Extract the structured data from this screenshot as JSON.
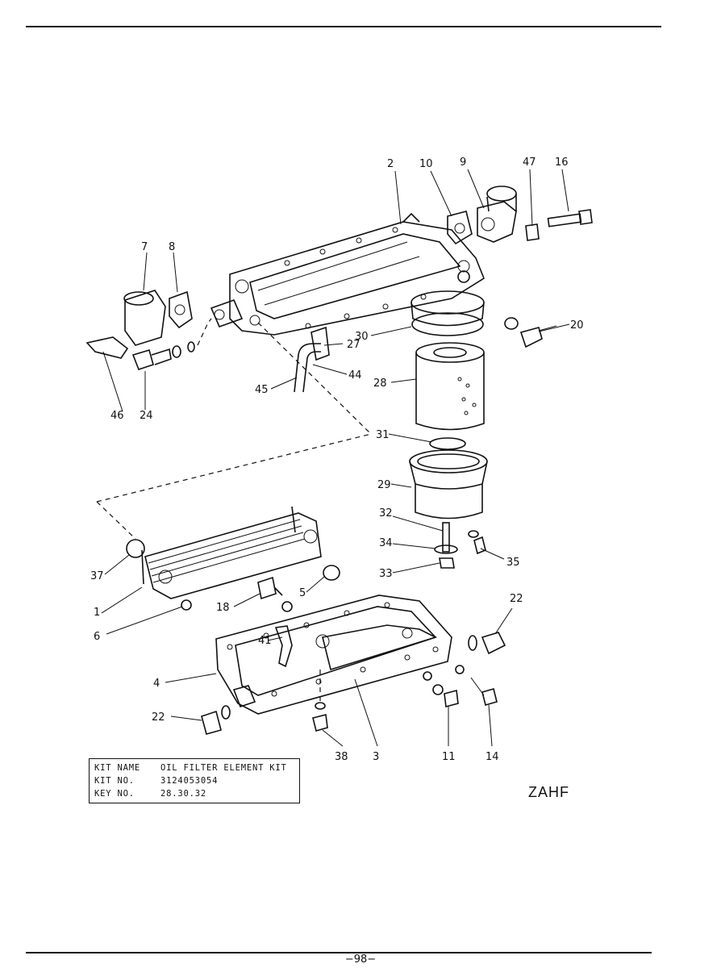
{
  "callouts": {
    "n1": "1",
    "n2": "2",
    "n3": "3",
    "n4": "4",
    "n5": "5",
    "n6": "6",
    "n7": "7",
    "n8": "8",
    "n9": "9",
    "n10": "10",
    "n11": "11",
    "n14": "14",
    "n16": "16",
    "n18": "18",
    "n20": "20",
    "n22a": "22",
    "n22b": "22",
    "n24": "24",
    "n27": "27",
    "n28": "28",
    "n29": "29",
    "n30": "30",
    "n31": "31",
    "n32": "32",
    "n33": "33",
    "n34": "34",
    "n35": "35",
    "n37": "37",
    "n38": "38",
    "n41": "41",
    "n44": "44",
    "n45": "45",
    "n46": "46",
    "n47": "47"
  },
  "kit_table": {
    "rows": [
      {
        "key": "KIT  NAME",
        "value": "OIL FILTER ELEMENT KIT"
      },
      {
        "key": "KIT  NO.",
        "value": "3124053054"
      },
      {
        "key": "KEY  NO.",
        "value": "28.30.32"
      }
    ]
  },
  "diagram_code": "ZAHF",
  "page_number": "−98−"
}
